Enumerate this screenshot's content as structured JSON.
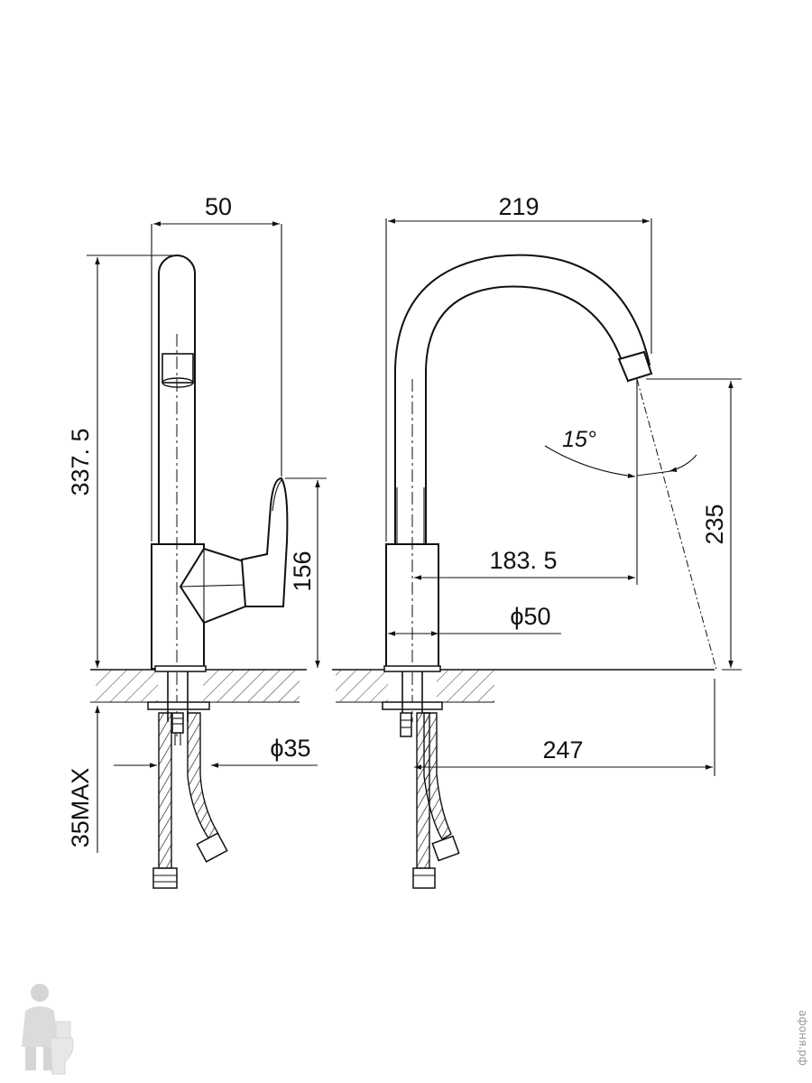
{
  "dimensions": {
    "side_width": "50",
    "total_height": "337. 5",
    "handle_height": "156",
    "hose_diameter": "ϕ35",
    "max_thickness": "35MAX",
    "spout_reach": "219",
    "angle": "15°",
    "outlet_height": "235",
    "outlet_reach": "183. 5",
    "base_diameter": "ϕ50",
    "spray_reach": "247"
  },
  "watermark": {
    "site": "афоня.рф"
  },
  "icons": {
    "logo": "plumber-with-toilet-icon"
  }
}
